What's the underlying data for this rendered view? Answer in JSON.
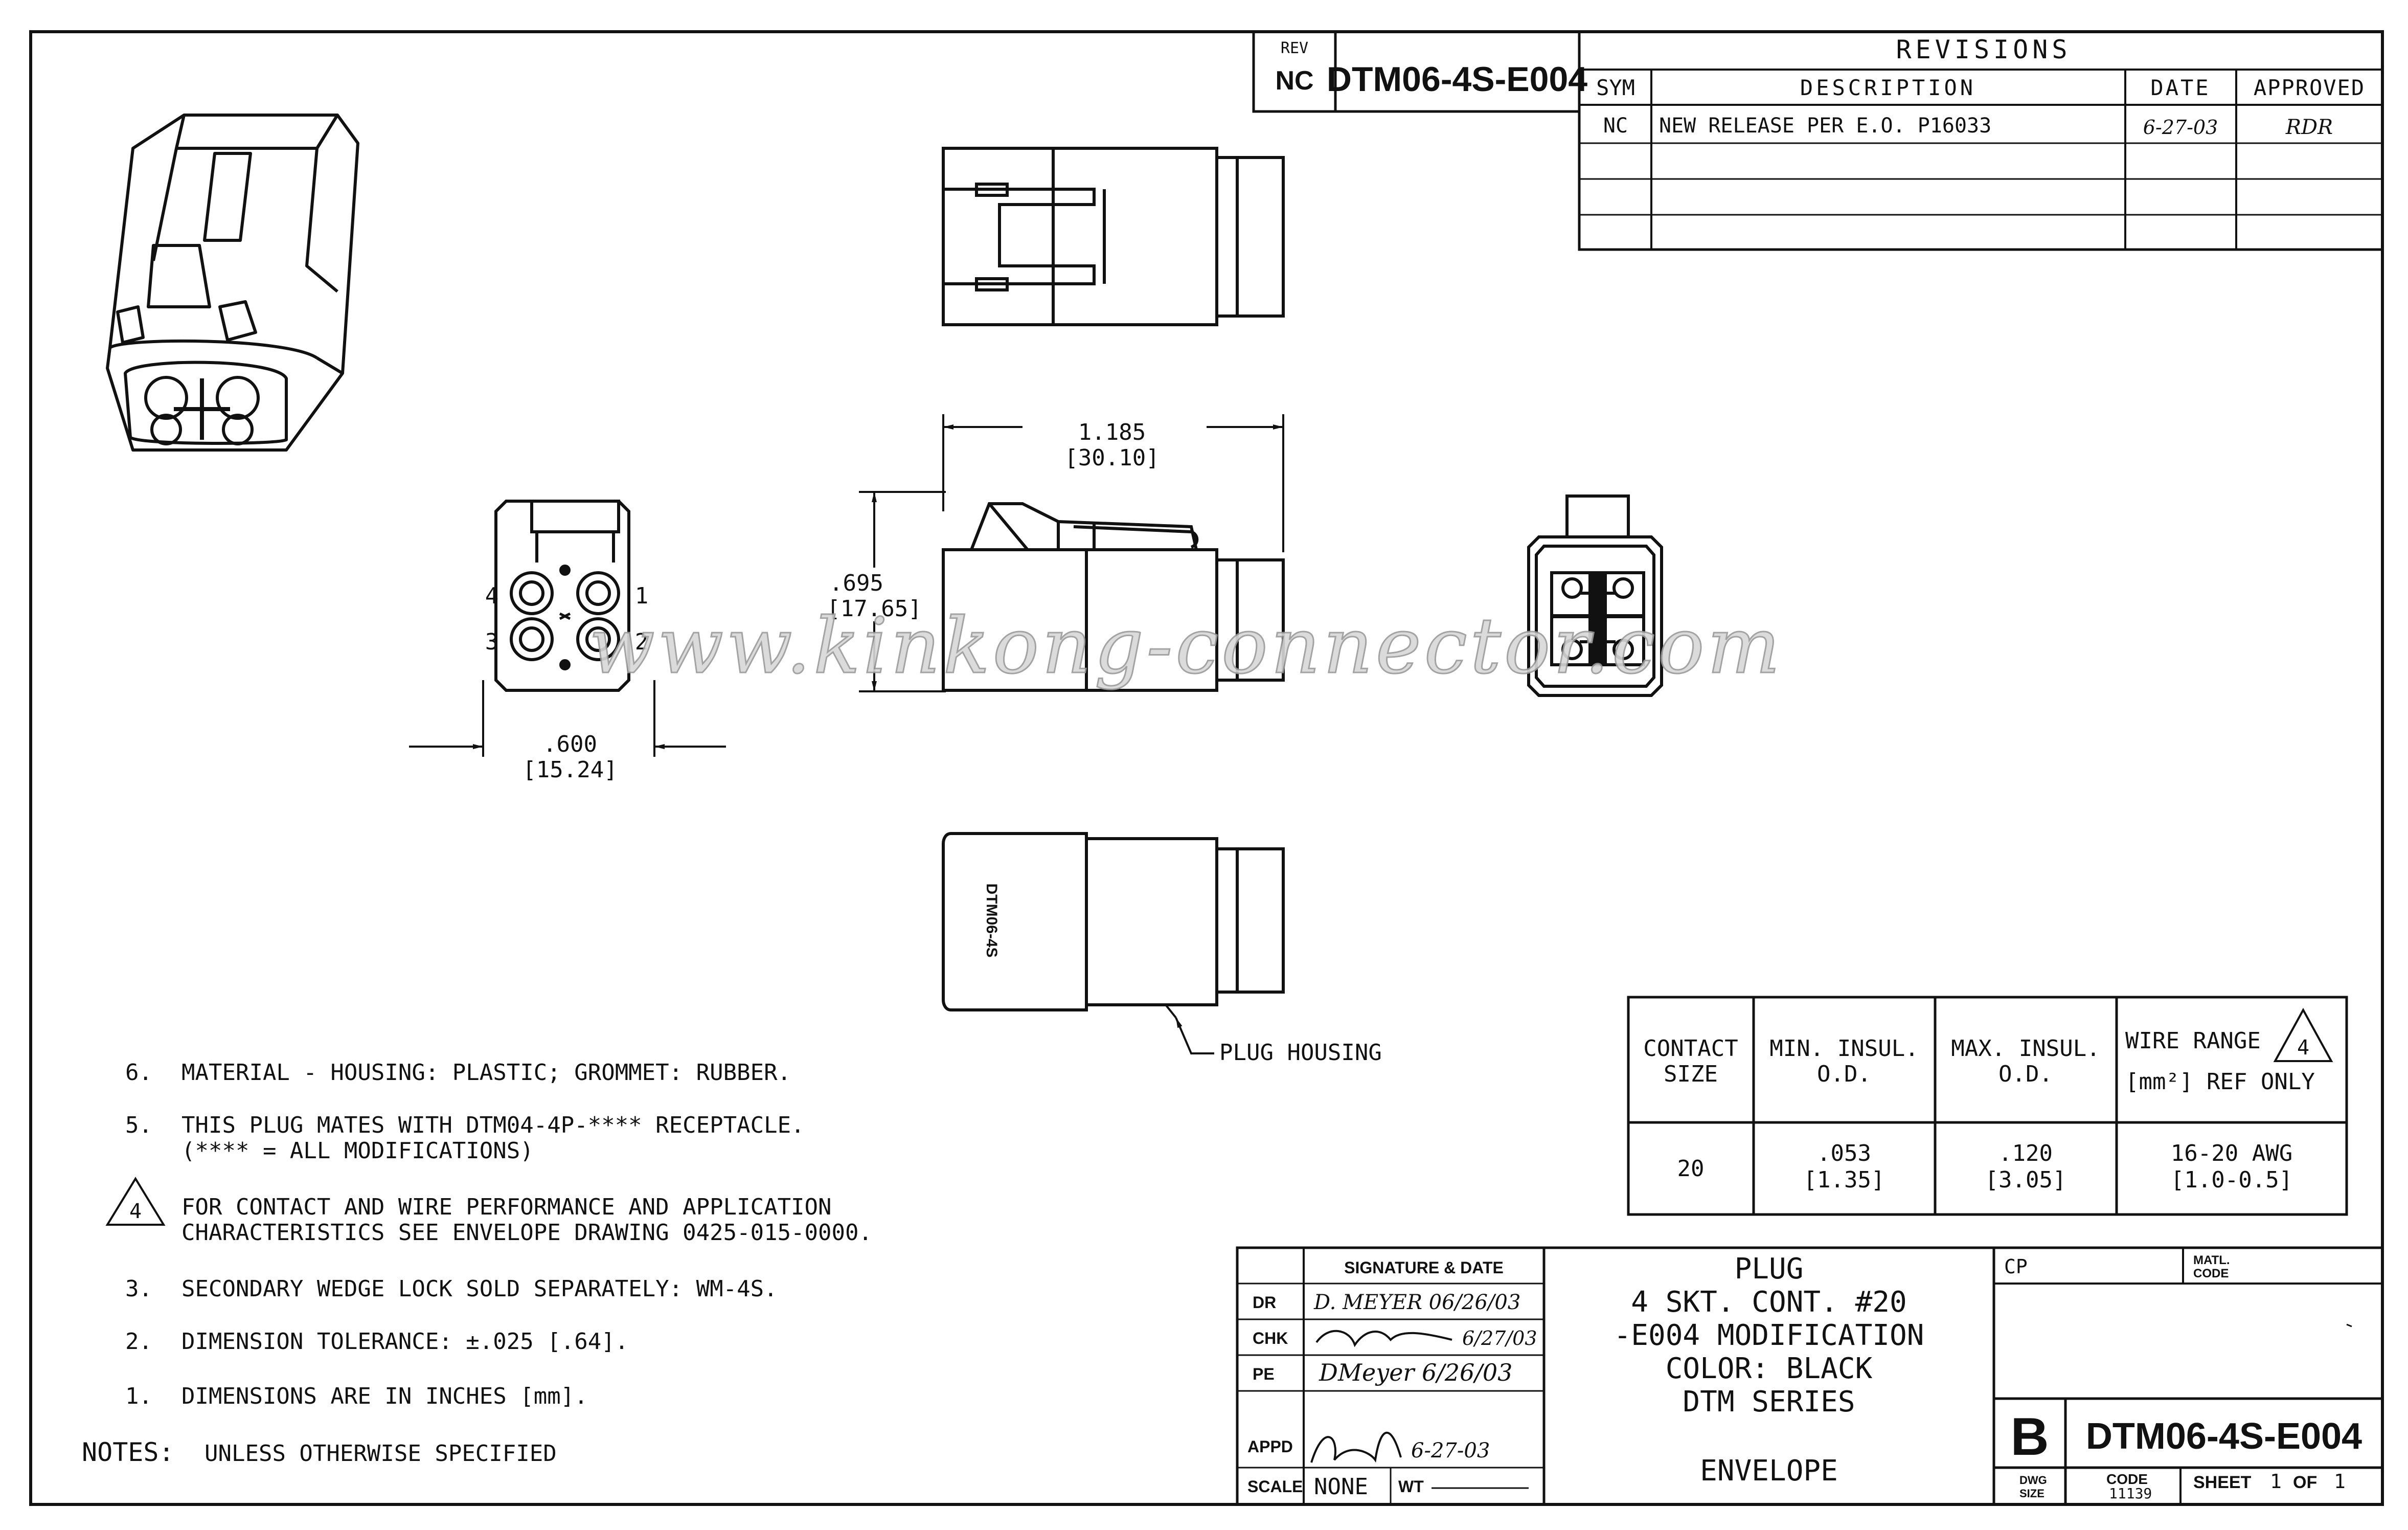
{
  "title_block_top": {
    "rev_label": "REV",
    "rev_value": "NC",
    "part_number": "DTM06-4S-E004"
  },
  "revisions": {
    "title": "REVISIONS",
    "headers": [
      "SYM",
      "DESCRIPTION",
      "DATE",
      "APPROVED"
    ],
    "rows": [
      {
        "sym": "NC",
        "description": "NEW RELEASE PER E.O. P16033",
        "date": "6-27-03",
        "approved": "RDR"
      }
    ]
  },
  "dimensions": {
    "length_in": "1.185",
    "length_mm": "[30.10]",
    "height_in": ".695",
    "height_mm": "[17.65]",
    "width_in": ".600",
    "width_mm": "[15.24]"
  },
  "cavity_numbers": [
    "4",
    "1",
    "3",
    "2"
  ],
  "side_marking": "DTM06-4S",
  "callout_plug_housing": "PLUG HOUSING",
  "watermark": "www.kinkong-connector.com",
  "contact_table": {
    "headers": [
      [
        "CONTACT",
        "SIZE"
      ],
      [
        "MIN. INSUL.",
        "O.D."
      ],
      [
        "MAX. INSUL.",
        "O.D."
      ],
      [
        "WIRE RANGE",
        "[mm²] REF ONLY"
      ]
    ],
    "flag_number": "4",
    "row": [
      [
        "20"
      ],
      [
        ".053",
        "[1.35]"
      ],
      [
        ".120",
        "[3.05]"
      ],
      [
        "16-20 AWG",
        "[1.0-0.5]"
      ]
    ]
  },
  "notes": {
    "items": [
      {
        "num": "6.",
        "lines": [
          "MATERIAL - HOUSING: PLASTIC; GROMMET: RUBBER."
        ]
      },
      {
        "num": "5.",
        "lines": [
          "THIS PLUG MATES WITH DTM04-4P-**** RECEPTACLE.",
          "(**** = ALL MODIFICATIONS)"
        ]
      },
      {
        "num": "4",
        "flag": true,
        "lines": [
          "FOR CONTACT AND WIRE PERFORMANCE AND APPLICATION",
          "CHARACTERISTICS SEE ENVELOPE DRAWING 0425-015-0000."
        ]
      },
      {
        "num": "3.",
        "lines": [
          "SECONDARY WEDGE LOCK SOLD SEPARATELY: WM-4S."
        ]
      },
      {
        "num": "2.",
        "lines": [
          "DIMENSION TOLERANCE: ±.025 [.64]."
        ]
      },
      {
        "num": "1.",
        "lines": [
          "DIMENSIONS ARE IN INCHES [mm]."
        ]
      }
    ],
    "footer_prefix": "NOTES:",
    "footer_text": "UNLESS OTHERWISE SPECIFIED"
  },
  "signatures": {
    "header": "SIGNATURE & DATE",
    "rows": [
      {
        "label": "DR",
        "value": "D. MEYER 06/26/03"
      },
      {
        "label": "CHK",
        "value": "6/27/03"
      },
      {
        "label": "PE",
        "value": "DMeyer 6/26/03"
      },
      {
        "label": "APPD",
        "value": "6-27-03"
      }
    ],
    "scale_label": "SCALE",
    "scale_value": "NONE",
    "wt_label": "WT"
  },
  "description_block": {
    "lines": [
      "PLUG",
      "4 SKT. CONT. #20",
      "-E004 MODIFICATION",
      "COLOR: BLACK",
      "DTM SERIES"
    ],
    "envelope": "ENVELOPE"
  },
  "title_block_bottom": {
    "cp_label": "CP",
    "matl_label": "MATL.",
    "code_label": "CODE",
    "dwg_size_value": "B",
    "dwg_size_label_1": "DWG",
    "dwg_size_label_2": "SIZE",
    "part_number": "DTM06-4S-E004",
    "code_value": "11139",
    "sheet_label": "SHEET",
    "sheet_num": "1",
    "of_label": "OF",
    "sheet_total": "1"
  }
}
